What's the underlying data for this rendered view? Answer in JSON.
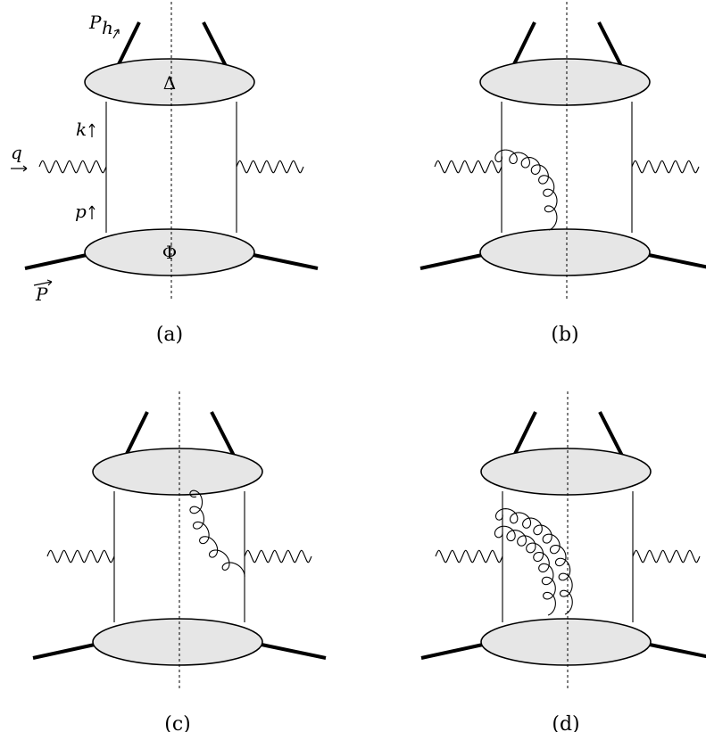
{
  "diagrams": [
    {
      "id": "a",
      "caption": "(a)",
      "lower_blob_label": "Φ",
      "upper_blob_label": "Δ",
      "gluons": [],
      "momentum_labels": {
        "outgoing_hadron": "P",
        "outgoing_hadron_sub": "h",
        "photon": "q",
        "upper_quark": "k",
        "lower_quark": "p",
        "incoming_hadron": "P"
      }
    },
    {
      "id": "b",
      "caption": "(b)",
      "lower_blob_label": "",
      "upper_blob_label": "",
      "gluons": [
        "photon-vertex-to-lower-blob-left"
      ]
    },
    {
      "id": "c",
      "caption": "(c)",
      "lower_blob_label": "",
      "upper_blob_label": "",
      "gluons": [
        "upper-blob-to-photon-vertex-right"
      ]
    },
    {
      "id": "d",
      "caption": "(d)",
      "lower_blob_label": "",
      "upper_blob_label": "",
      "gluons": [
        "photon-vertex-to-lower-blob-left-outer",
        "photon-vertex-to-lower-blob-left-inner"
      ]
    }
  ]
}
